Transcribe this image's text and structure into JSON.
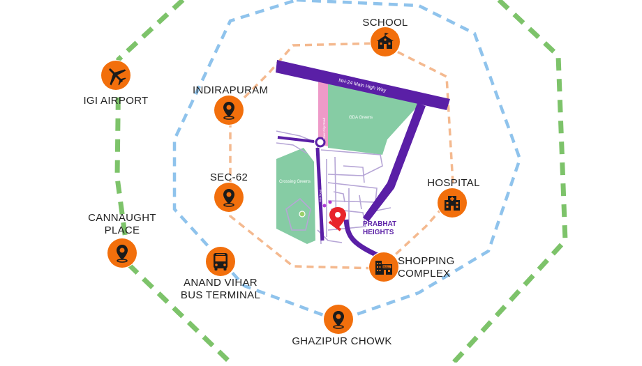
{
  "colors": {
    "outer_ring": "#7dc36a",
    "middle_ring": "#8fc3ec",
    "inner_ring": "#f4b98f",
    "badge": "#f26f0c",
    "highway": "#5a1fa6",
    "greens": "#86cca4",
    "pink_road": "#ee9ac8",
    "marker": "#e8232b"
  },
  "map": {
    "highway_label": "NH-24 Main High Way",
    "top_greens_label": "GDA Greens",
    "side_greens_label": "Crossing Greens",
    "side_road_label": "Crossing Republik Main Road",
    "pink_road_label": "Gaur City Road",
    "vertical_road_label": "Link Road",
    "project_name_line1": "PRABHAT",
    "project_name_line2": "HEIGHTS"
  },
  "points": [
    {
      "id": "school",
      "lines": [
        "SCHOOL"
      ],
      "icon": "school-icon"
    },
    {
      "id": "igi-airport",
      "lines": [
        "IGI AIRPORT"
      ],
      "icon": "airplane-icon"
    },
    {
      "id": "indirapuram",
      "lines": [
        "INDIRAPURAM"
      ],
      "icon": "location-pin-icon"
    },
    {
      "id": "sec-62",
      "lines": [
        "SEC-62"
      ],
      "icon": "location-pin-icon"
    },
    {
      "id": "hospital",
      "lines": [
        "HOSPITAL"
      ],
      "icon": "hospital-icon"
    },
    {
      "id": "cannaught-place",
      "lines": [
        "CANNAUGHT",
        "PLACE"
      ],
      "icon": "location-pin-icon"
    },
    {
      "id": "shopping-complex",
      "lines": [
        "SHOPPING",
        "COMPLEX"
      ],
      "icon": "mall-icon"
    },
    {
      "id": "anand-vihar",
      "lines": [
        "ANAND VIHAR",
        "BUS TERMINAL"
      ],
      "icon": "bus-icon"
    },
    {
      "id": "ghazipur-chowk",
      "lines": [
        "GHAZIPUR CHOWK"
      ],
      "icon": "location-pin-icon"
    }
  ]
}
